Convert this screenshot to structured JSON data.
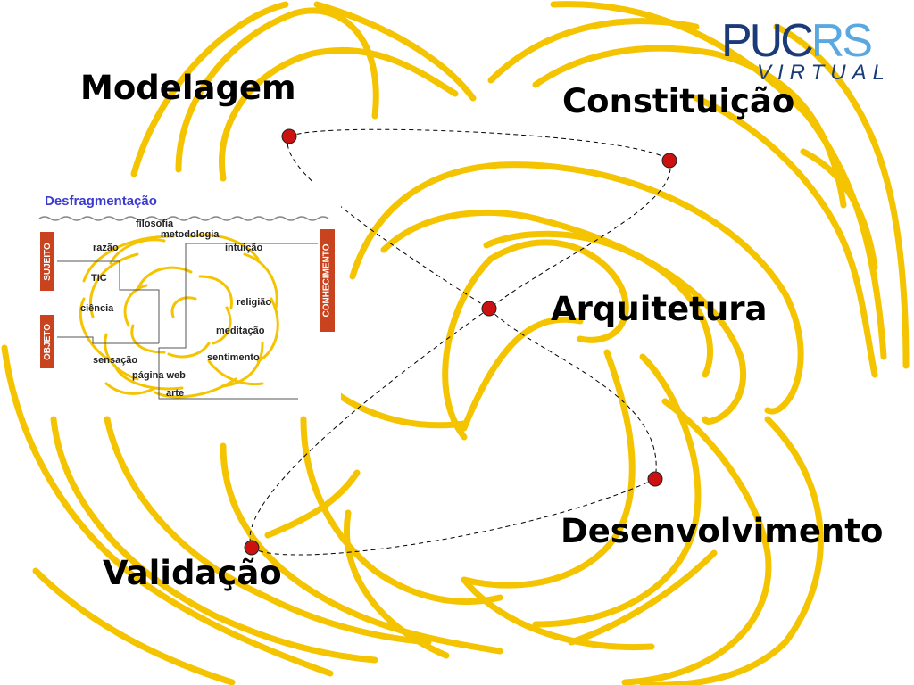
{
  "stages": {
    "modelagem": "Modelagem",
    "constituicao": "Constituição",
    "arquitetura": "Arquitetura",
    "desenvolvimento": "Desenvolvimento",
    "validacao": "Validação"
  },
  "logo": {
    "main_dark": "PUC",
    "main_light": "RS",
    "sub": "VIRTUAL"
  },
  "inset": {
    "title": "Desfragmentação",
    "axis_left_top": "SUJEITO",
    "axis_left_bottom": "OBJETO",
    "axis_right": "CONHECIMENTO",
    "terms": {
      "filosofia": "filosofia",
      "metodologia": "metodologia",
      "razao": "razão",
      "intuicao": "intuição",
      "tic": "TIC",
      "religiao": "religião",
      "ciencia": "ciência",
      "meditacao": "meditação",
      "sentimento": "sentimento",
      "sensacao": "sensação",
      "pagina_web": "página web",
      "arte": "arte"
    }
  },
  "colors": {
    "swirl": "#f5c400",
    "node": "#cc1111",
    "title_blue": "#3b3bcf",
    "side_box": "#c9431f"
  }
}
